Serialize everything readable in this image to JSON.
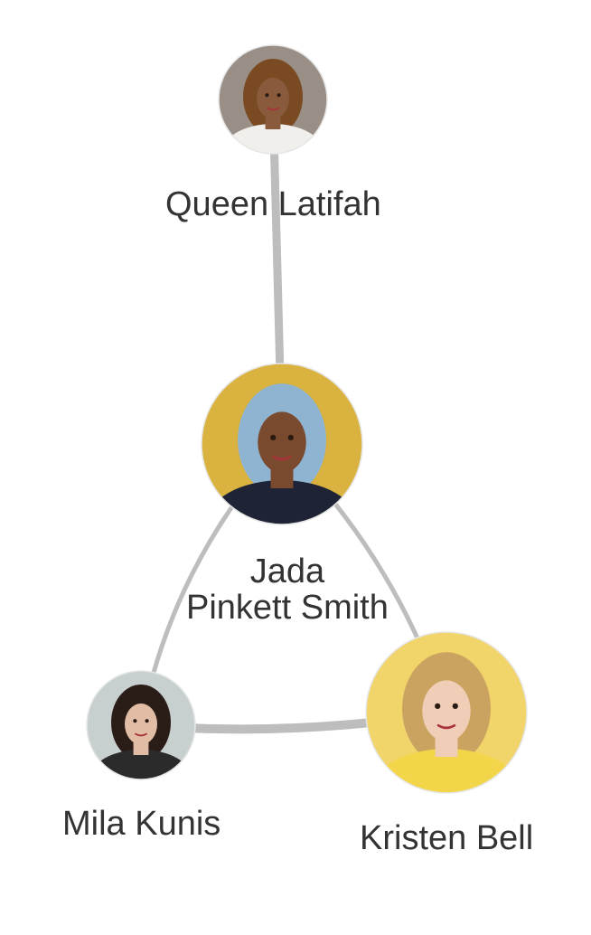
{
  "graph": {
    "edge_color": "#bdbdbd",
    "nodes": [
      {
        "id": "queen-latifah",
        "name": "Queen Latifah",
        "label_lines": [
          "Queen Latifah"
        ],
        "photo": "portrait-photo",
        "colors": {
          "bg": "#9a8f86",
          "hair": "#7a4a22",
          "skin": "#8a5a3c",
          "clothes": "#f1efec"
        }
      },
      {
        "id": "jada-pinkett-smith",
        "name": "Jada Pinkett Smith",
        "label_lines": [
          "Jada",
          "Pinkett Smith"
        ],
        "photo": "portrait-photo",
        "colors": {
          "bg": "#d9b23f",
          "hair": "#8fb4d1",
          "skin": "#7a4a2e",
          "clothes": "#1e2436"
        }
      },
      {
        "id": "mila-kunis",
        "name": "Mila Kunis",
        "label_lines": [
          "Mila Kunis"
        ],
        "photo": "portrait-photo",
        "colors": {
          "bg": "#c8cfcf",
          "hair": "#2a1d17",
          "skin": "#e2bda6",
          "clothes": "#2b2b2b"
        }
      },
      {
        "id": "kristen-bell",
        "name": "Kristen Bell",
        "label_lines": [
          "Kristen Bell"
        ],
        "photo": "portrait-photo",
        "colors": {
          "bg": "#f1d46a",
          "hair": "#c9a35f",
          "skin": "#f0cdb6",
          "clothes": "#f3d54a"
        }
      }
    ],
    "edges": [
      {
        "source": "queen-latifah",
        "target": "jada-pinkett-smith"
      },
      {
        "source": "jada-pinkett-smith",
        "target": "mila-kunis"
      },
      {
        "source": "jada-pinkett-smith",
        "target": "kristen-bell"
      },
      {
        "source": "mila-kunis",
        "target": "kristen-bell"
      }
    ]
  }
}
